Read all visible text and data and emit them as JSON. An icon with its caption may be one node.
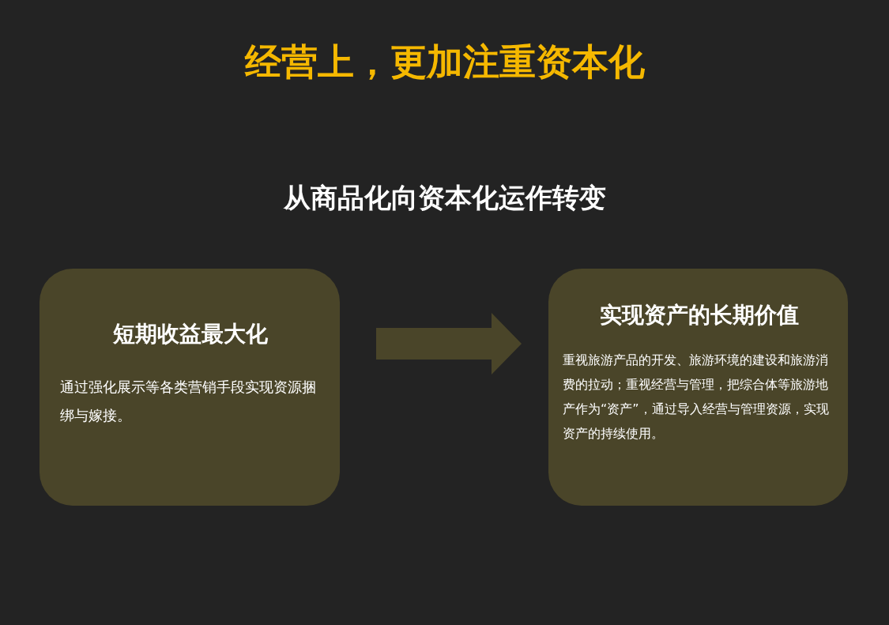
{
  "diagram": {
    "title": "经营上，更加注重资本化",
    "nodes": [
      {
        "text": [
          "短期收益最大化",
          "通过强化展示等各类营销手段实现资源捆绑与嫁接。"
        ]
      },
      {
        "text": [
          "实现资产的长期价值",
          "重视旅游产品的开发、旅游环境的建设和旅游消费的拉动；重视经营与管理，把综合体等旅游地产作为“资产”，通过导入经营与管理资源，实现资产的持续使用。"
        ]
      }
    ],
    "edges": [
      {
        "from": 0,
        "to": 1,
        "arrow": "to"
      }
    ],
    "labels": [
      "从商品化向资本化运作转变"
    ]
  }
}
